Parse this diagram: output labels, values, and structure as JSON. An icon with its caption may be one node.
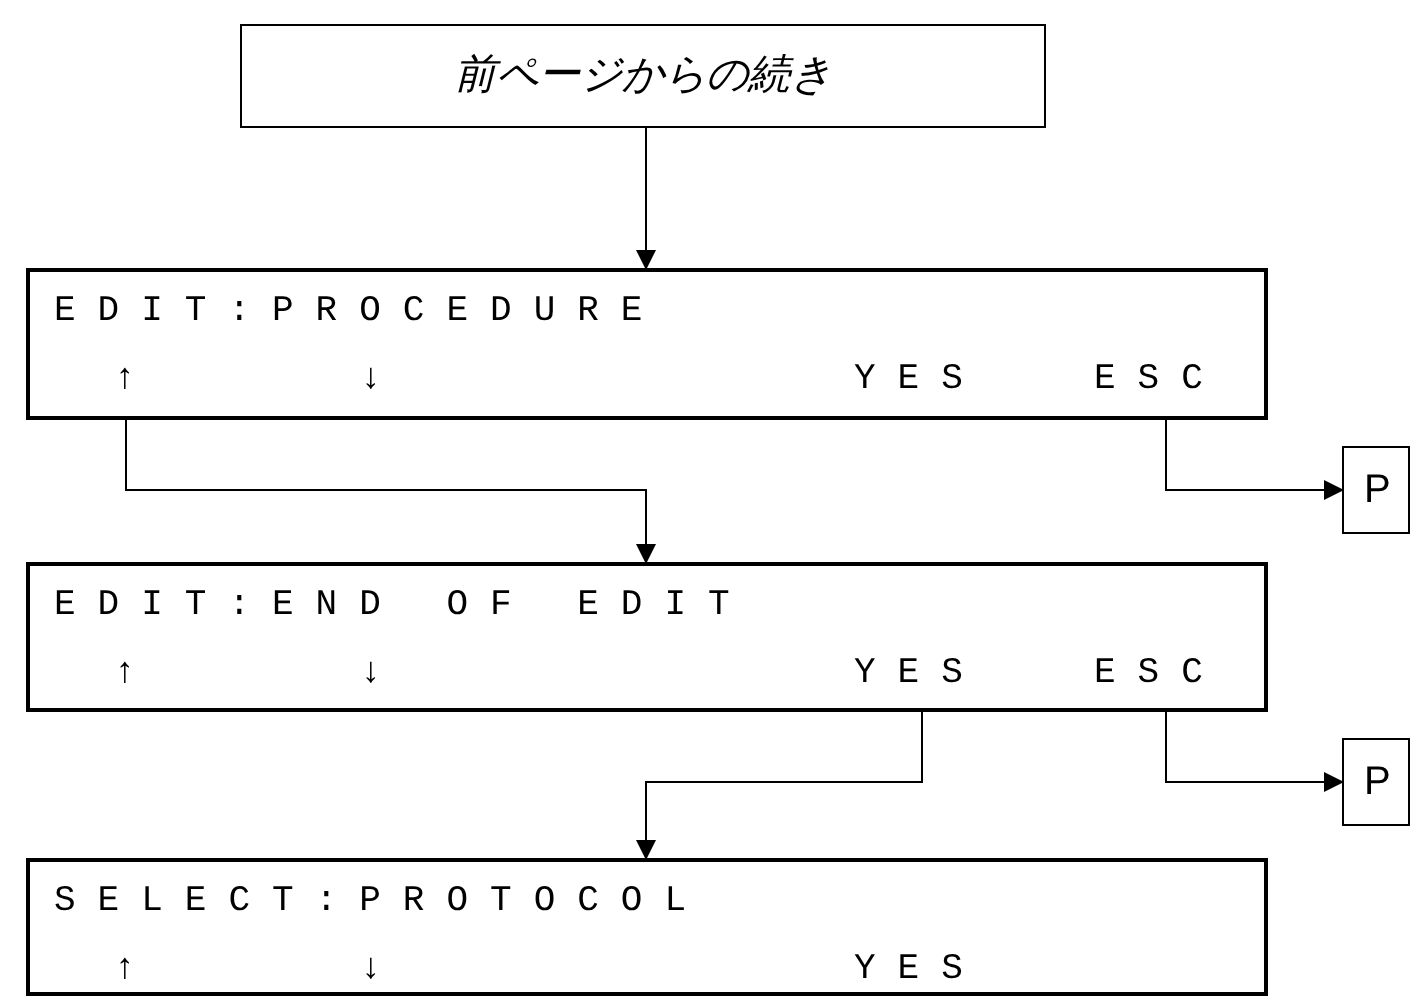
{
  "diagram": {
    "nodes": [
      {
        "text": [
          "前ページからの続き"
        ]
      },
      {
        "text": [
          "EDIT:PROCEDURE",
          "↑",
          "↓",
          "YES",
          "ESC"
        ]
      },
      {
        "text": [
          "P"
        ]
      },
      {
        "text": [
          "EDIT:END OF EDIT",
          "↑",
          "↓",
          "YES",
          "ESC"
        ]
      },
      {
        "text": [
          "P"
        ]
      },
      {
        "text": [
          "SELECT:PROTOCOL",
          "↑",
          "↓",
          "YES"
        ]
      }
    ],
    "edges": [
      {
        "from": 0,
        "to": 1,
        "arrow": "to"
      },
      {
        "from": 1,
        "to": 3,
        "arrow": "to"
      },
      {
        "from": 1,
        "to": 2,
        "arrow": "to"
      },
      {
        "from": 3,
        "to": 5,
        "arrow": "to"
      },
      {
        "from": 3,
        "to": 4,
        "arrow": "to"
      }
    ]
  }
}
